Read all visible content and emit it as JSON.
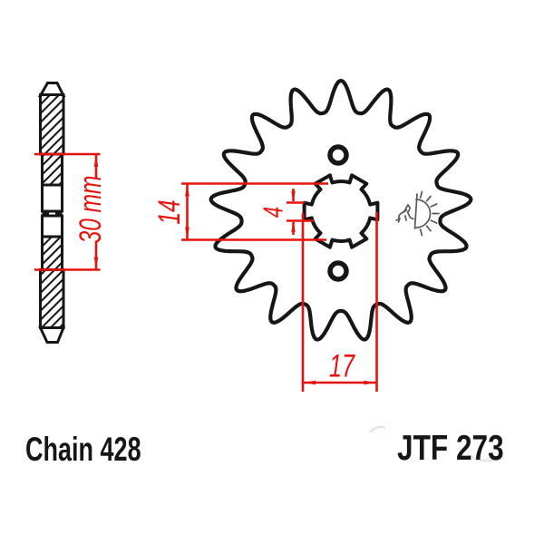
{
  "title_block": {
    "chain_label": "Chain 428",
    "part_number": "JTF 273"
  },
  "dimensions": {
    "hub_width": "30 mm",
    "bore_diameter": "14",
    "spline_groove": "4",
    "spline_outer_width": "17"
  },
  "sprocket": {
    "teeth": 17,
    "spline_notches": 6,
    "bolt_holes": 2
  },
  "colors": {
    "dimension_red": "#e8120d",
    "line_black": "#161616",
    "logo_gray": "#585858",
    "background": "#ffffff"
  },
  "logo": {
    "name": "jt-rising-sun-kangaroo-logo"
  }
}
